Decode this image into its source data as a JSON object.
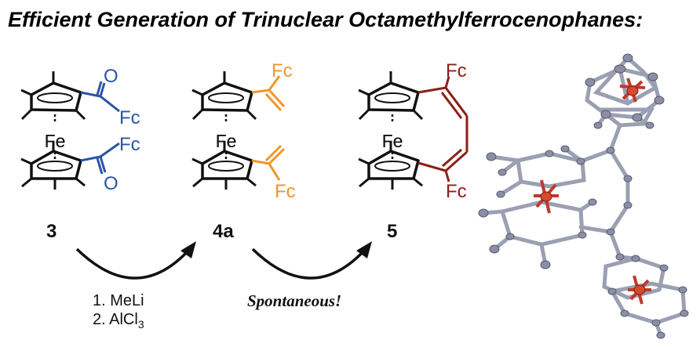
{
  "title": "Efficient Generation of Trinuclear Octamethylferrocenophanes:",
  "compounds": [
    {
      "id": "3",
      "color": "#2a55a5",
      "atoms": {
        "metal": "Fe",
        "top_O": "O",
        "top_Fc": "Fc",
        "bottom_Fc": "Fc",
        "bottom_O": "O"
      }
    },
    {
      "id": "4a",
      "color": "#f0962a",
      "atoms": {
        "metal": "Fe",
        "top_Fc": "Fc",
        "bottom_Fc": "Fc"
      }
    },
    {
      "id": "5",
      "color": "#8b2016",
      "atoms": {
        "metal": "Fe",
        "top_Fc": "Fc",
        "bottom_Fc": "Fc"
      }
    }
  ],
  "arrows": [
    {
      "steps": [
        "1. MeLi",
        "2. AlCl"
      ],
      "subscript": "3"
    },
    {
      "note": "Spontaneous!"
    }
  ]
}
